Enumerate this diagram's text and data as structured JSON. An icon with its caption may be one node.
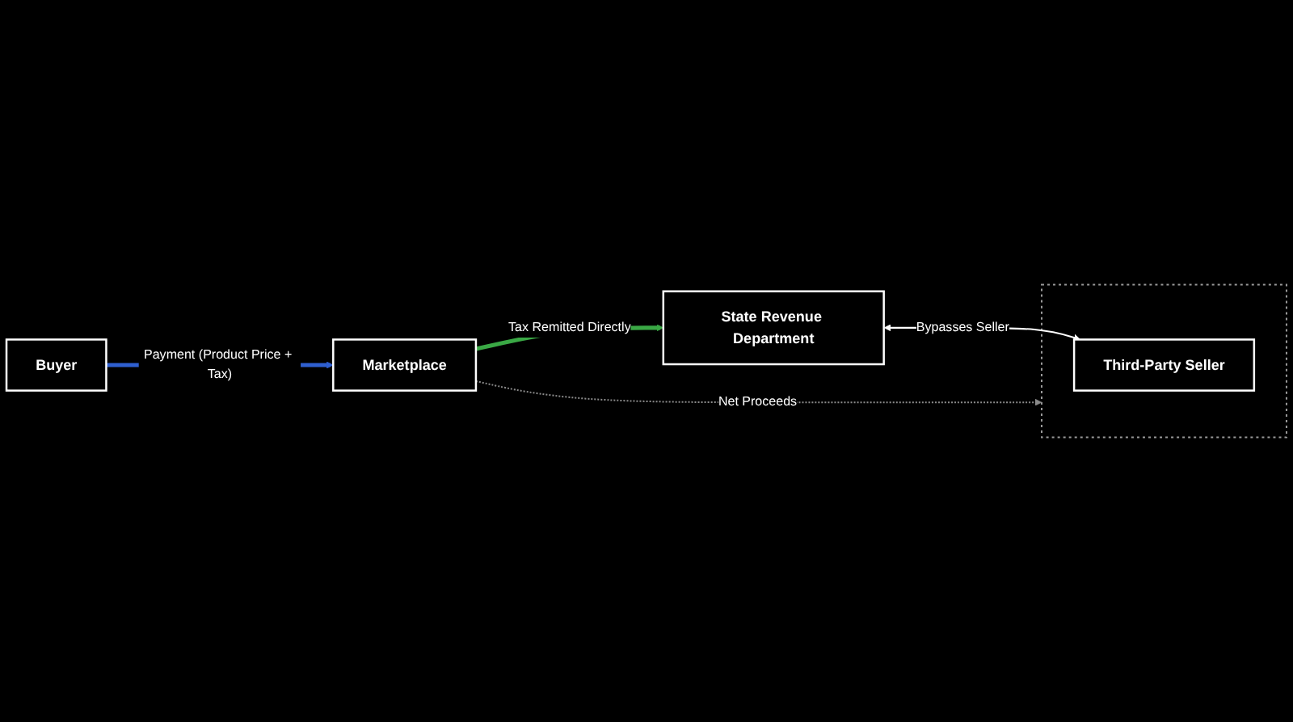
{
  "diagram": {
    "nodes": [
      {
        "text": [
          "Buyer"
        ]
      },
      {
        "text": [
          "Marketplace"
        ]
      },
      {
        "text": [],
        "shape": "box"
      },
      {
        "text": [
          "Third-Party Seller"
        ],
        "in": 2
      },
      {
        "text": [
          "State Revenue Department"
        ]
      }
    ],
    "edges": [
      {
        "from": 0,
        "to": 1,
        "arrow": "to",
        "label": "Payment (Product Price + Tax)",
        "style": "thick",
        "color": "#2f5fd0"
      },
      {
        "from": 1,
        "to": 2,
        "arrow": "to",
        "label": "Net Proceeds",
        "style": "dashed",
        "color": "#8a8a8a"
      },
      {
        "from": 1,
        "to": 4,
        "arrow": "to",
        "label": "Tax Remitted Directly",
        "style": "thick",
        "color": "#3aa845"
      },
      {
        "from": 4,
        "to": 3,
        "arrow": "both",
        "label": "Bypasses Seller",
        "color": "#ffffff"
      }
    ]
  }
}
